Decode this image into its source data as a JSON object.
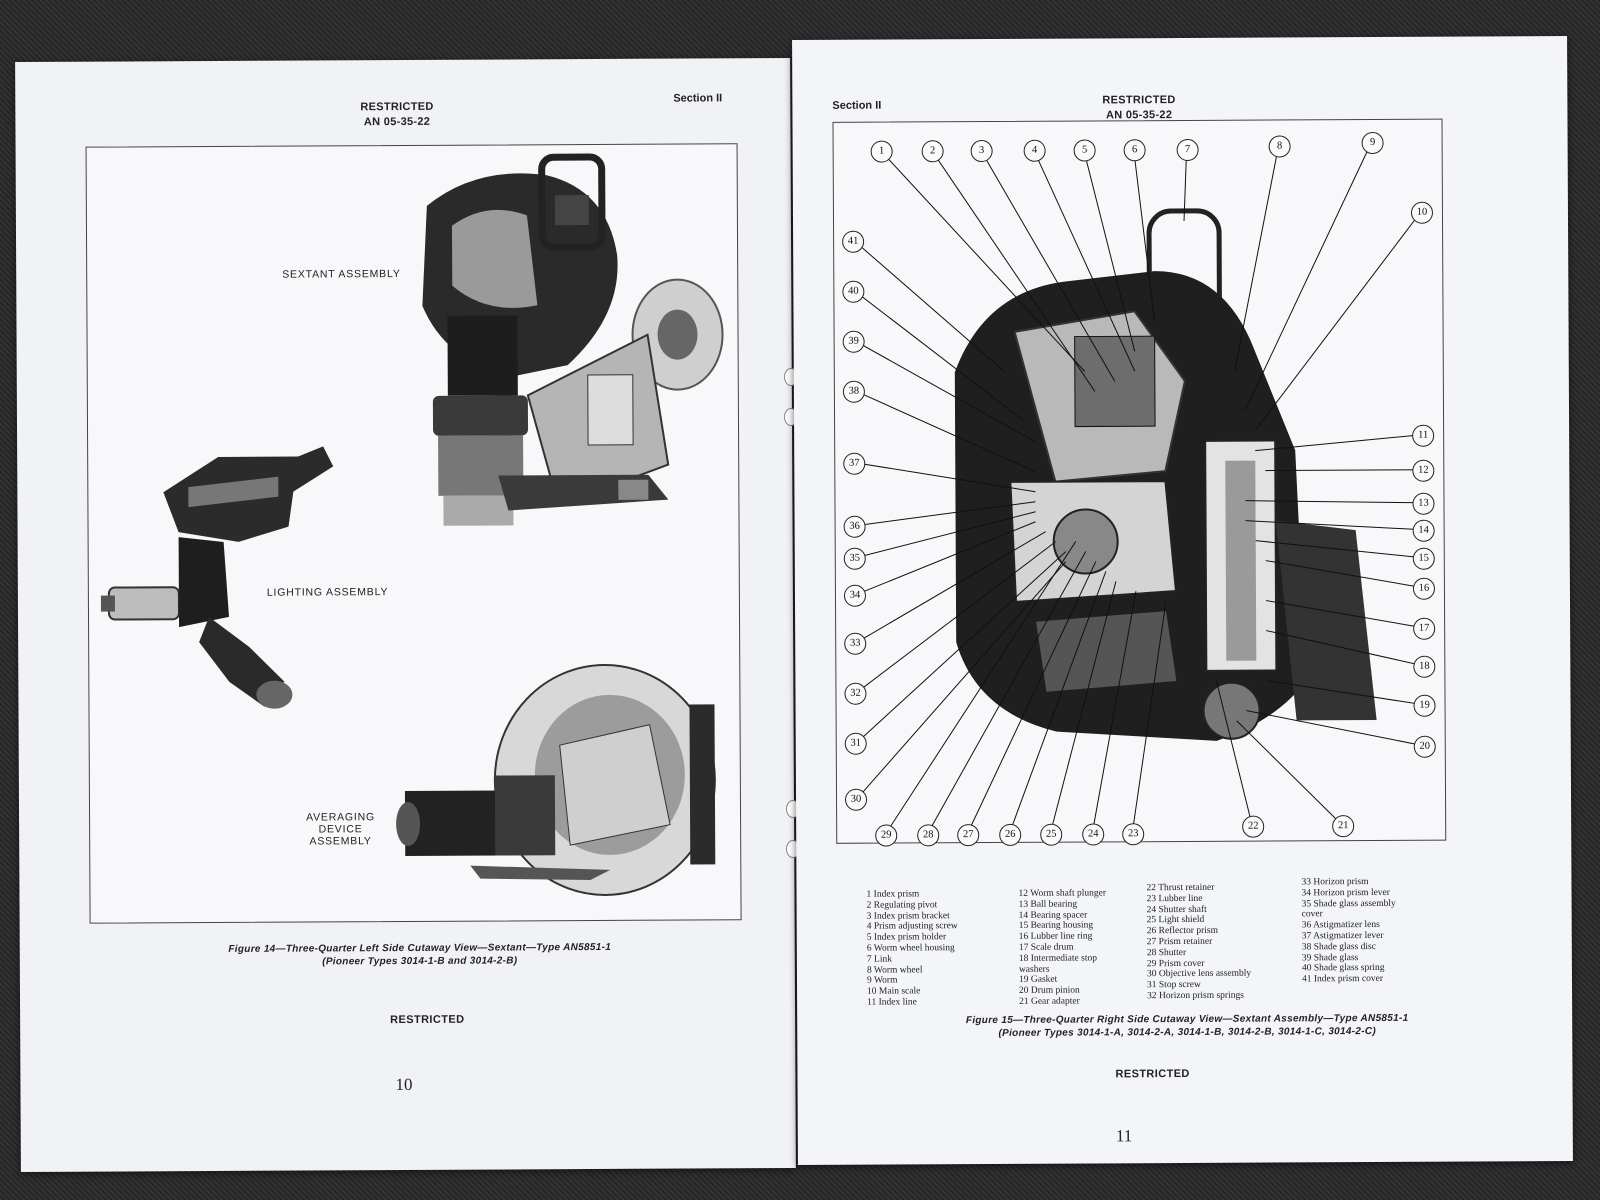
{
  "left_page": {
    "header_restricted": "RESTRICTED",
    "header_doc": "AN 05-35-22",
    "section": "Section II",
    "labels": {
      "sextant": "SEXTANT ASSEMBLY",
      "lighting": "LIGHTING ASSEMBLY",
      "averaging_1": "AVERAGING",
      "averaging_2": "DEVICE",
      "averaging_3": "ASSEMBLY"
    },
    "caption_1": "Figure 14—Three-Quarter Left Side Cutaway View—Sextant—Type AN5851-1",
    "caption_2": "(Pioneer Types 3014-1-B and 3014-2-B)",
    "footer": "RESTRICTED",
    "page_number": "10"
  },
  "right_page": {
    "header_restricted": "RESTRICTED",
    "header_doc": "AN 05-35-22",
    "section": "Section II",
    "callouts": [
      "1",
      "2",
      "3",
      "4",
      "5",
      "6",
      "7",
      "8",
      "9",
      "10",
      "11",
      "12",
      "13",
      "14",
      "15",
      "16",
      "17",
      "18",
      "19",
      "20",
      "21",
      "22",
      "23",
      "24",
      "25",
      "26",
      "27",
      "28",
      "29",
      "30",
      "31",
      "32",
      "33",
      "34",
      "35",
      "36",
      "37",
      "38",
      "39",
      "40",
      "41"
    ],
    "legend_col1": [
      "1  Index prism",
      "2  Regulating pivot",
      "3  Index prism bracket",
      "4  Prism adjusting screw",
      "5  Index prism holder",
      "6  Worm wheel housing",
      "7  Link",
      "8  Worm wheel",
      "9  Worm",
      "10  Main scale",
      "11  Index line"
    ],
    "legend_col2": [
      "12  Worm shaft plunger",
      "13  Ball bearing",
      "14  Bearing spacer",
      "15  Bearing housing",
      "16  Lubber line ring",
      "17  Scale drum",
      "18  Intermediate stop",
      "      washers",
      "19  Gasket",
      "20  Drum pinion",
      "21  Gear adapter"
    ],
    "legend_col3": [
      "22  Thrust retainer",
      "23  Lubber line",
      "24  Shutter shaft",
      "25  Light shield",
      "26  Reflector prism",
      "27  Prism retainer",
      "28  Shutter",
      "29  Prism cover",
      "30  Objective lens assembly",
      "31  Stop screw",
      "32  Horizon prism springs"
    ],
    "legend_col4": [
      "33  Horizon prism",
      "34  Horizon prism lever",
      "35  Shade glass assembly",
      "      cover",
      "36  Astigmatizer lens",
      "37  Astigmatizer lever",
      "38  Shade glass disc",
      "39  Shade glass",
      "40  Shade glass spring",
      "41  Index prism cover"
    ],
    "caption_1": "Figure 15—Three-Quarter Right Side Cutaway View—Sextant Assembly—Type AN5851-1",
    "caption_2": "(Pioneer Types 3014-1-A, 3014-2-A, 3014-1-B, 3014-2-B, 3014-1-C, 3014-2-C)",
    "footer": "RESTRICTED",
    "page_number": "11"
  }
}
